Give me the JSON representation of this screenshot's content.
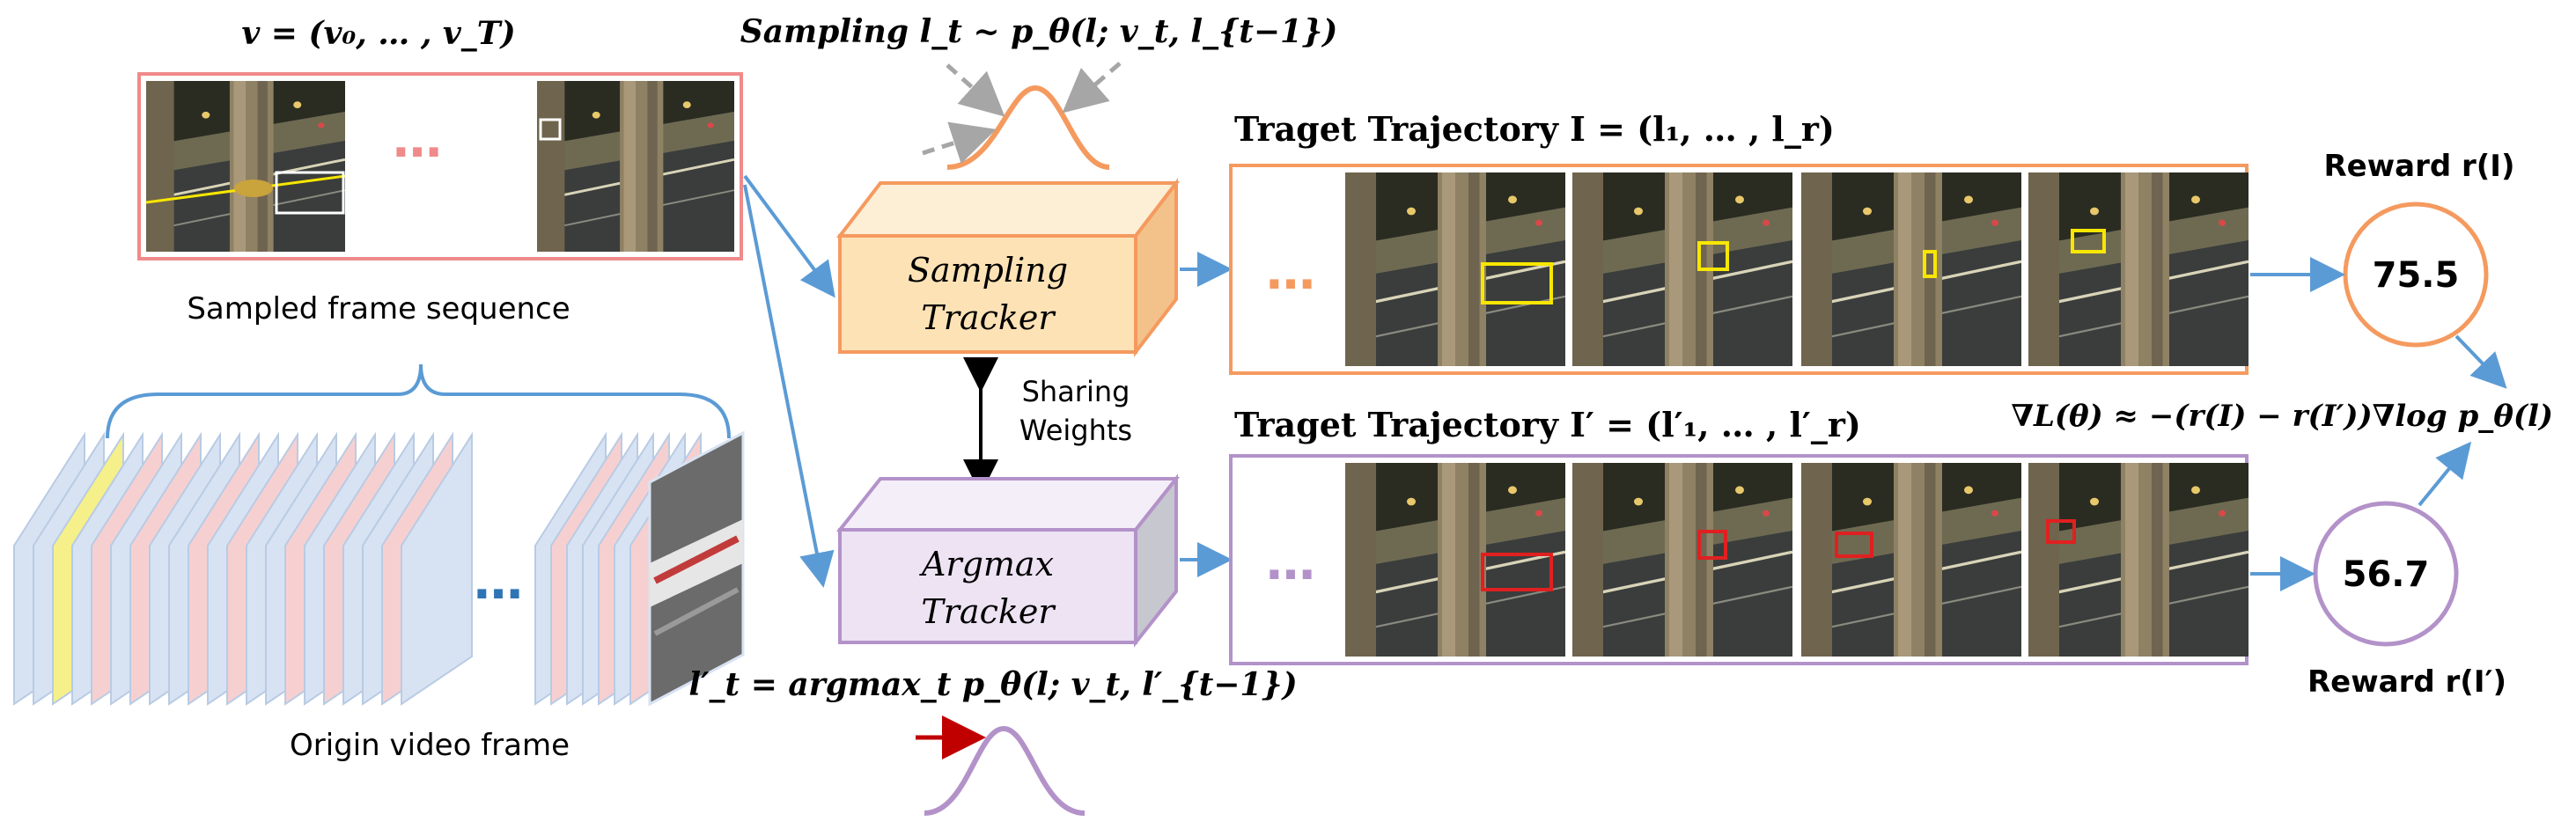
{
  "colors": {
    "orange": "#f59a5f",
    "orange_fill": "#fde2b6",
    "orange_side": "#f3c28a",
    "orange_top": "#fdeed6",
    "purple": "#b392c9",
    "purple_fill": "#ede3f3",
    "purple_side": "#c7c7cf",
    "purple_top": "#f4eef8",
    "pink": "#f08a8a",
    "arrow_blue": "#5b9bd5",
    "yellow_box": "#f7e600",
    "red_box": "#e02020",
    "gray": "#a6a6a6",
    "dark_red": "#c00000",
    "light_blue": "#d7e3f3",
    "light_red": "#f6d0d0",
    "frame_yellow": "#f5f08a",
    "dots_blue": "#2e75b6"
  },
  "top_left": {
    "sequence_formula": "v = (v₀, … , v_T)",
    "sampled_caption": "Sampled frame sequence",
    "origin_caption": "Origin video frame",
    "dots": "…"
  },
  "sampling": {
    "formula": "Sampling l_t ~ p_θ(l; v_t, l_{t−1})",
    "box_label_line1": "Sampling",
    "box_label_line2": "Tracker"
  },
  "argmax": {
    "formula": "l′_t = argmax_t p_θ(l; v_t, l′_{t−1})",
    "box_label_line1": "Argmax",
    "box_label_line2": "Tracker"
  },
  "sharing": {
    "line1": "Sharing",
    "line2": "Weights"
  },
  "trajectory_top": {
    "title": "Traget Trajectory I = (l₁, … , l_r)",
    "dots": "…"
  },
  "trajectory_bottom": {
    "title": "Traget Trajectory I′ = (l′₁, … , l′_r)",
    "dots": "…"
  },
  "reward_top": {
    "label": "Reward r(I)",
    "value": "75.5"
  },
  "reward_bottom": {
    "label": "Reward r(I′)",
    "value": "56.7"
  },
  "gradient_formula": "∇L(θ) ≈ −(r(I) − r(I′))∇log p_θ(l)"
}
